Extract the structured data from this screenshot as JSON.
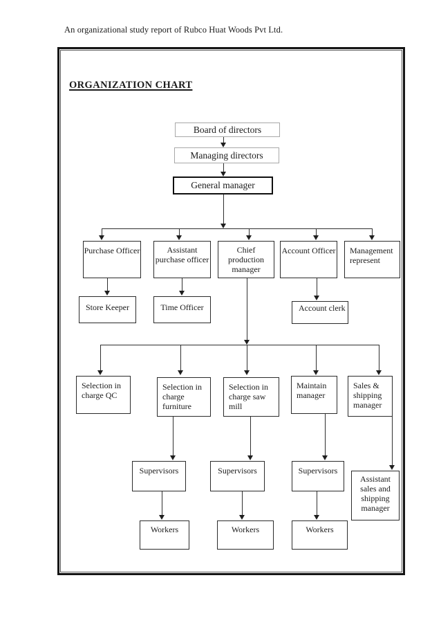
{
  "document": {
    "header_line": "An organizational study report of Rubco Huat Woods Pvt Ltd.",
    "chart_title": "ORGANIZATION CHART"
  },
  "org_chart": {
    "nodes": {
      "board": {
        "label": "Board of directors"
      },
      "managing": {
        "label": "Managing directors"
      },
      "general": {
        "label": "General manager"
      },
      "purchase_officer": {
        "label": "Purchase Officer"
      },
      "assistant_purchase_officer": {
        "label": "Assistant purchase officer"
      },
      "chief_production_manager": {
        "label": "Chief production manager"
      },
      "account_officer": {
        "label": "Account Officer"
      },
      "management_represent": {
        "label": "Management represent"
      },
      "store_keeper": {
        "label": "Store Keeper"
      },
      "time_officer": {
        "label": "Time Officer"
      },
      "account_clerk": {
        "label": "Account clerk"
      },
      "selection_in_charge_qc": {
        "label": "Selection in charge QC"
      },
      "selection_in_charge_furniture": {
        "label": "Selection in charge furniture"
      },
      "selection_in_charge_saw_mill": {
        "label": "Selection in charge saw mill"
      },
      "maintain_manager": {
        "label": "Maintain manager"
      },
      "sales_shipping_manager": {
        "label": "Sales & shipping manager"
      },
      "supervisors_1": {
        "label": "Supervisors"
      },
      "supervisors_2": {
        "label": "Supervisors"
      },
      "supervisors_3": {
        "label": "Supervisors"
      },
      "assistant_sales_shipping_manager": {
        "label": "Assistant sales and shipping manager"
      },
      "workers_1": {
        "label": "Workers"
      },
      "workers_2": {
        "label": "Workers"
      },
      "workers_3": {
        "label": "Workers"
      }
    },
    "edges": [
      {
        "from": "board",
        "to": "managing"
      },
      {
        "from": "managing",
        "to": "general"
      },
      {
        "from": "general",
        "to": "purchase_officer"
      },
      {
        "from": "general",
        "to": "assistant_purchase_officer"
      },
      {
        "from": "general",
        "to": "chief_production_manager"
      },
      {
        "from": "general",
        "to": "account_officer"
      },
      {
        "from": "general",
        "to": "management_represent"
      },
      {
        "from": "purchase_officer",
        "to": "store_keeper"
      },
      {
        "from": "assistant_purchase_officer",
        "to": "time_officer"
      },
      {
        "from": "account_officer",
        "to": "account_clerk"
      },
      {
        "from": "chief_production_manager",
        "to": "selection_in_charge_qc"
      },
      {
        "from": "chief_production_manager",
        "to": "selection_in_charge_furniture"
      },
      {
        "from": "chief_production_manager",
        "to": "selection_in_charge_saw_mill"
      },
      {
        "from": "chief_production_manager",
        "to": "maintain_manager"
      },
      {
        "from": "chief_production_manager",
        "to": "sales_shipping_manager"
      },
      {
        "from": "selection_in_charge_furniture",
        "to": "supervisors_1"
      },
      {
        "from": "selection_in_charge_saw_mill",
        "to": "supervisors_2"
      },
      {
        "from": "maintain_manager",
        "to": "supervisors_3"
      },
      {
        "from": "sales_shipping_manager",
        "to": "assistant_sales_shipping_manager"
      },
      {
        "from": "supervisors_1",
        "to": "workers_1"
      },
      {
        "from": "supervisors_2",
        "to": "workers_2"
      },
      {
        "from": "supervisors_3",
        "to": "workers_3"
      }
    ]
  },
  "colors": {
    "page_background": "#ffffff",
    "box_border": "#2a2a2a",
    "light_box_border": "#a8a8a8",
    "connector": "#2e2e2e",
    "text": "#1b1b1b"
  }
}
